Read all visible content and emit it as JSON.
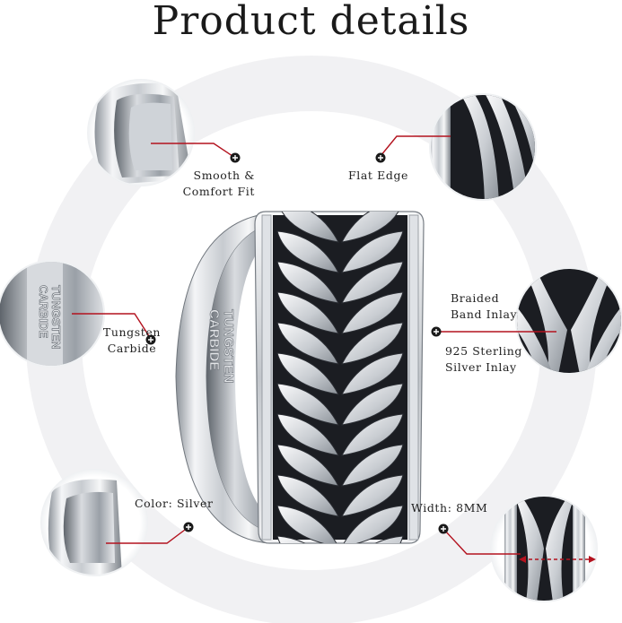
{
  "title": "Product details",
  "engraving": {
    "line1": "TUNGSTEN",
    "line2": "CARBIDE"
  },
  "features": {
    "smooth": {
      "line1": "Smooth &",
      "line2": "Comfort Fit",
      "icon": "plus-icon"
    },
    "flat_edge": {
      "line1": "Flat Edge",
      "icon": "plus-icon"
    },
    "tungsten": {
      "line1": "Tungsten",
      "line2": "Carbide",
      "icon": "plus-icon"
    },
    "braided": {
      "line1": "Braided",
      "line2": "Band Inlay",
      "icon": "plus-icon"
    },
    "silver_inlay": {
      "line1": "925 Sterling",
      "line2": "Silver Inlay"
    },
    "color": {
      "line1": "Color: Silver",
      "icon": "plus-icon"
    },
    "width": {
      "line1": "Width: 8MM",
      "icon": "plus-icon"
    }
  },
  "colors": {
    "pointer": "#b3121e",
    "backdrop": "#f1f1f3",
    "metal_light": "#e9ebee",
    "metal_dark": "#6e747c",
    "groove": "#1b1d22"
  }
}
